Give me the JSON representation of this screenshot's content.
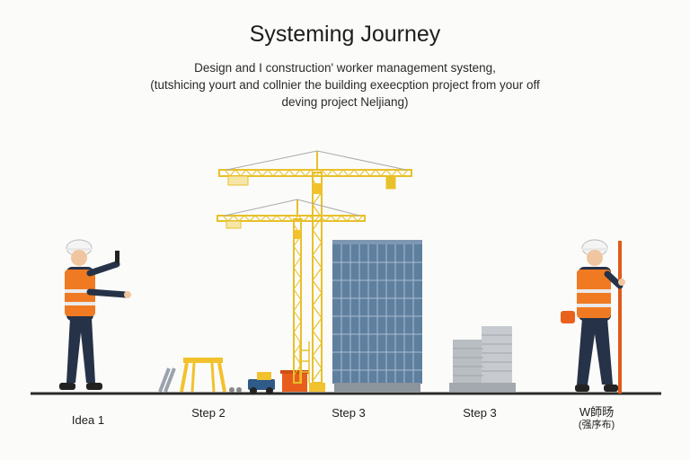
{
  "header": {
    "title": "Systeming Journey",
    "subtitle_lines": [
      "Design and I construction' worker management systeng,",
      "(tutshicing yourt and collnier the building exeecption project from your off",
      "deving project Neljiang)"
    ]
  },
  "steps": [
    {
      "label": "Idea 1"
    },
    {
      "label": "Step 2"
    },
    {
      "label": "Step 3"
    },
    {
      "label": "Step 3"
    },
    {
      "label": "W師旸",
      "sublabel": "(强序布)"
    }
  ],
  "colors": {
    "crane": "#e8c02a",
    "vest": "#f07a22",
    "building": "#5f7f9f",
    "ground": "#2b2b2b",
    "skin": "#f0c6a0",
    "navy": "#263247"
  }
}
